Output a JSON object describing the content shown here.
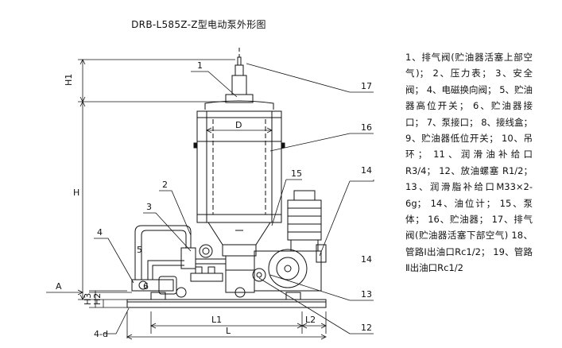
{
  "title": "DRB-L585Z-Z型电动泵外形图",
  "legend": [
    "1、排气阀(贮油器活塞上部空气)；",
    "2、压力表；",
    "3、安全阀；",
    "4、电磁换向阀；",
    "5、贮油器高位开关；",
    "6、贮油器接口；",
    "7、泵接口；",
    "8、接线盒；",
    "9、贮油器低位开关；",
    "10、吊环；",
    "11、润滑油补给口 R3/4；",
    "12、放油螺塞 R1/2；",
    "13、润滑脂补给口M33×2-6g；",
    "14、油位计；",
    "15、泵体；",
    "16、贮油器；",
    "17、排气阀(贮油器活塞下部空气) ",
    "18、管路Ⅰ出油口Rc1/2；",
    "19、管路Ⅱ出油口Rc1/2"
  ],
  "callouts": [
    "1",
    "2",
    "3",
    "4",
    "5",
    "6",
    "12",
    "13",
    "14",
    "14",
    "15",
    "16",
    "17"
  ],
  "dimensions": {
    "H1": "H1",
    "H": "H",
    "H3": "H3",
    "H2": "H2",
    "L1": "L1",
    "L2": "L2",
    "L": "L",
    "D": "D",
    "A": "A",
    "holes": "4-d"
  }
}
